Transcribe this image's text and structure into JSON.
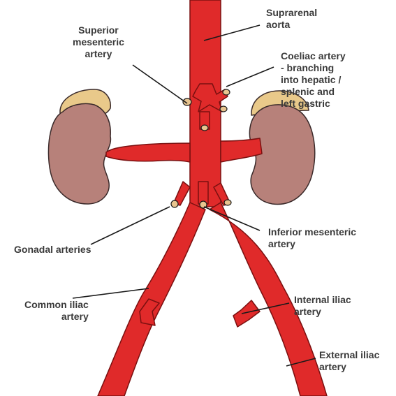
{
  "colors": {
    "artery": "#e02a2a",
    "artery_outline": "#7a1010",
    "kidney": "#b7817a",
    "kidney_outline": "#3a2a2a",
    "adrenal": "#e9c98a",
    "label_text": "#3a3a3a",
    "leader_line": "#1a1a1a"
  },
  "labels": {
    "suprarenal_aorta": [
      "Suprarenal",
      "aorta"
    ],
    "superior_mesenteric": [
      "Superior",
      "mesenteric",
      "artery"
    ],
    "coeliac": [
      "Coeliac artery",
      "- branching",
      "into hepatic /",
      "splenic and",
      "left gastric"
    ],
    "inferior_mesenteric": [
      "Inferior mesenteric",
      "artery"
    ],
    "gonadal": [
      "Gonadal arteries"
    ],
    "common_iliac": [
      "Common iliac",
      "artery"
    ],
    "internal_iliac": [
      "Internal iliac",
      "artery"
    ],
    "external_iliac": [
      "External iliac",
      "artery"
    ]
  },
  "icons": {
    "kidney_left": "kidney-icon",
    "kidney_right": "kidney-icon",
    "adrenal_left": "adrenal-gland-icon",
    "adrenal_right": "adrenal-gland-icon"
  }
}
